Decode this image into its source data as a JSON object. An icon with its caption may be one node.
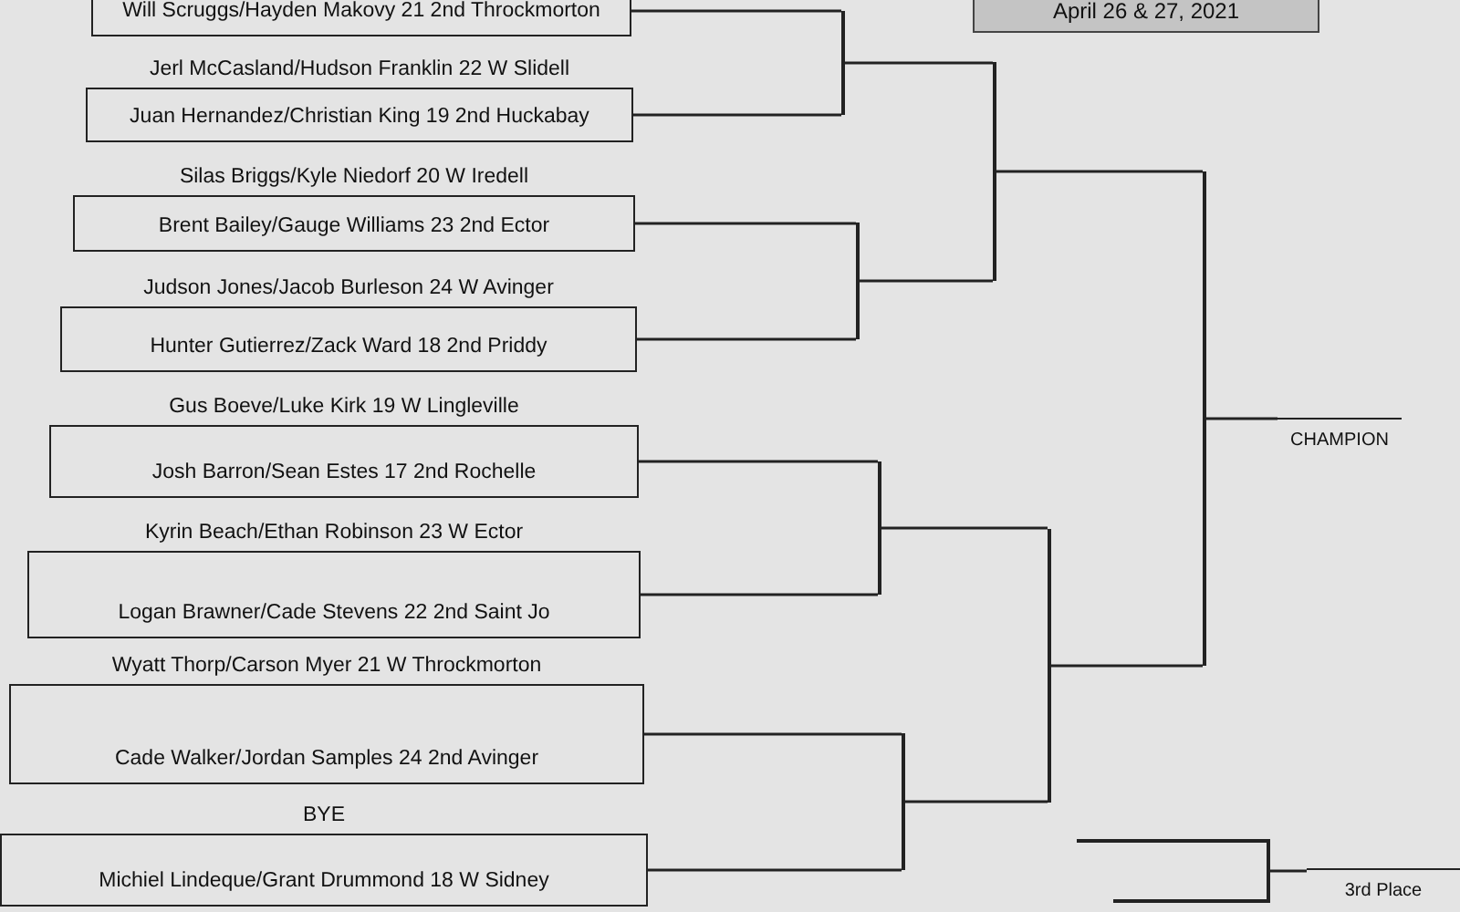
{
  "diagram": {
    "nodes": [
      {
        "text": [
          "April 26 & 27, 2021"
        ]
      },
      {
        "text": [
          "Will Scruggs/Hayden Makovy 21 2nd Throckmorton"
        ]
      },
      {
        "text": [
          "Jerl McCasland/Hudson Franklin 22 W Slidell",
          "Juan Hernandez/Christian King 19 2nd Huckabay"
        ]
      },
      {
        "text": [
          "Silas Briggs/Kyle Niedorf 20 W Iredell",
          "Brent Bailey/Gauge Williams 23 2nd Ector"
        ]
      },
      {
        "text": [
          "Judson Jones/Jacob Burleson 24 W Avinger",
          "Hunter Gutierrez/Zack Ward 18 2nd Priddy"
        ]
      },
      {
        "text": [
          "Gus Boeve/Luke Kirk 19 W Lingleville",
          "Josh Barron/Sean Estes 17 2nd Rochelle"
        ]
      },
      {
        "text": [
          "Kyrin Beach/Ethan Robinson 23 W Ector",
          "Logan Brawner/Cade Stevens 22 2nd Saint Jo"
        ]
      },
      {
        "text": [
          "Wyatt Thorp/Carson Myer 21 W Throckmorton",
          "Cade Walker/Jordan Samples 24 2nd Avinger"
        ]
      },
      {
        "text": [
          "BYE",
          "Michiel Lindeque/Grant Drummond 18 W Sidney"
        ]
      },
      {
        "text": [],
        "shape": "bracket"
      },
      {
        "text": [],
        "shape": "bracket"
      },
      {
        "text": [],
        "shape": "bracket"
      },
      {
        "text": [],
        "shape": "bracket"
      },
      {
        "text": [],
        "shape": "bracket"
      },
      {
        "text": [],
        "shape": "bracket"
      },
      {
        "text": [],
        "shape": "bracket"
      },
      {
        "text": [
          "CHAMPION"
        ]
      },
      {
        "text": [],
        "shape": "bracket"
      },
      {
        "text": [
          "3rd Place"
        ]
      }
    ],
    "edges": [
      {
        "from": 1,
        "to": 9,
        "arrow": "none"
      },
      {
        "from": 2,
        "to": 9,
        "arrow": "none"
      },
      {
        "from": 3,
        "to": 10,
        "arrow": "none"
      },
      {
        "from": 4,
        "to": 10,
        "arrow": "none"
      },
      {
        "from": 5,
        "to": 11,
        "arrow": "none"
      },
      {
        "from": 6,
        "to": 11,
        "arrow": "none"
      },
      {
        "from": 7,
        "to": 12,
        "arrow": "none"
      },
      {
        "from": 8,
        "to": 12,
        "arrow": "none"
      },
      {
        "from": 9,
        "to": 13,
        "arrow": "none"
      },
      {
        "from": 10,
        "to": 13,
        "arrow": "none"
      },
      {
        "from": 11,
        "to": 14,
        "arrow": "none"
      },
      {
        "from": 12,
        "to": 14,
        "arrow": "none"
      },
      {
        "from": 13,
        "to": 15,
        "arrow": "none"
      },
      {
        "from": 14,
        "to": 15,
        "arrow": "none"
      },
      {
        "from": 15,
        "to": 16,
        "arrow": "none"
      },
      {
        "from": 17,
        "to": 18,
        "arrow": "none"
      }
    ]
  }
}
